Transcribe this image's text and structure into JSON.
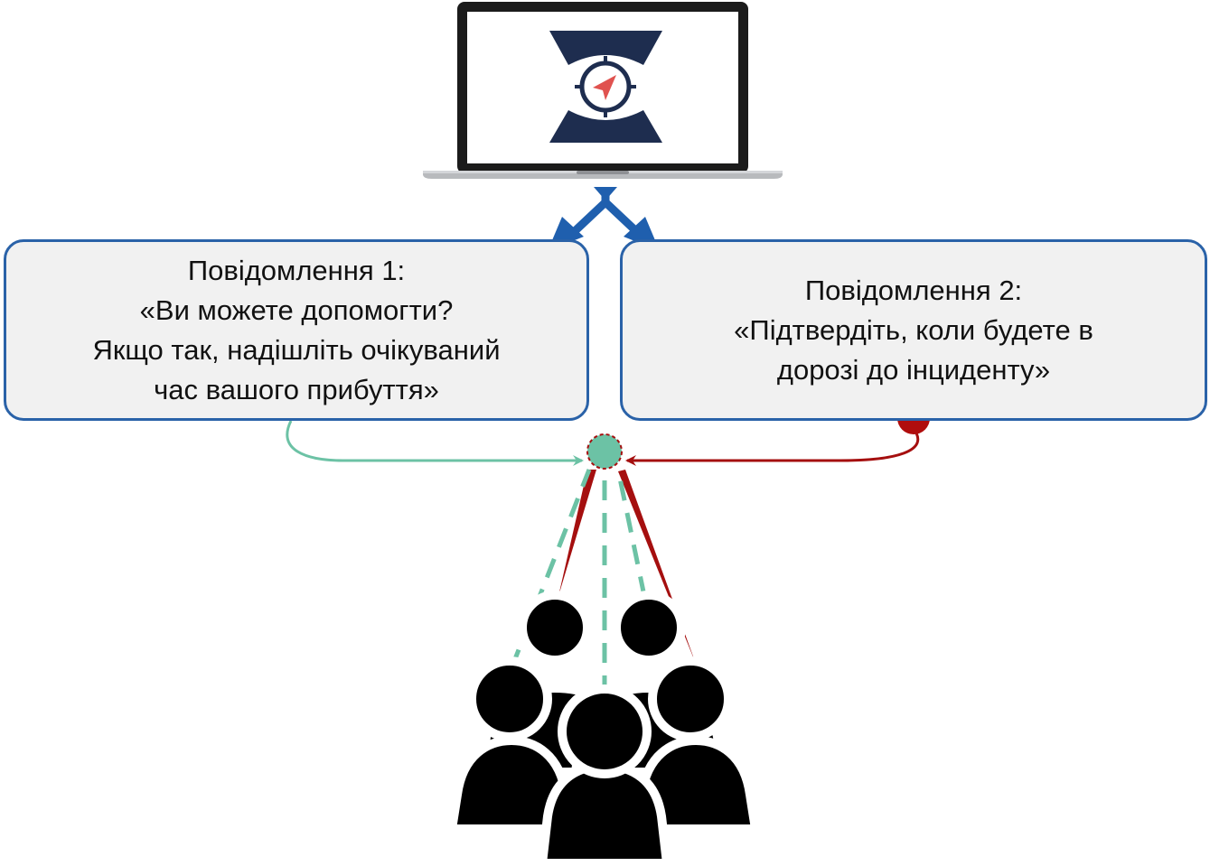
{
  "message1": {
    "title": "Повідомлення 1:",
    "lines": [
      "«Ви можете допомогти?",
      "Якщо так, надішліть очікуваний",
      "час вашого прибуття»"
    ]
  },
  "message2": {
    "title": "Повідомлення 2:",
    "lines": [
      "«Підтвердіть, коли будете в",
      "дорозі до інциденту»"
    ]
  },
  "colors": {
    "box_border": "#2a62a8",
    "box_fill": "#f1f1f1",
    "app_logo_navy": "#1e2d4f",
    "app_logo_red": "#e0524f",
    "arrow_blue": "#1f5fae",
    "response_green": "#6cc2a5",
    "response_red": "#a50f0f",
    "group_icon": "#000000"
  },
  "icons": {
    "laptop": "laptop-icon",
    "app_logo": "compass-logo-icon",
    "responders": "people-group-icon"
  }
}
